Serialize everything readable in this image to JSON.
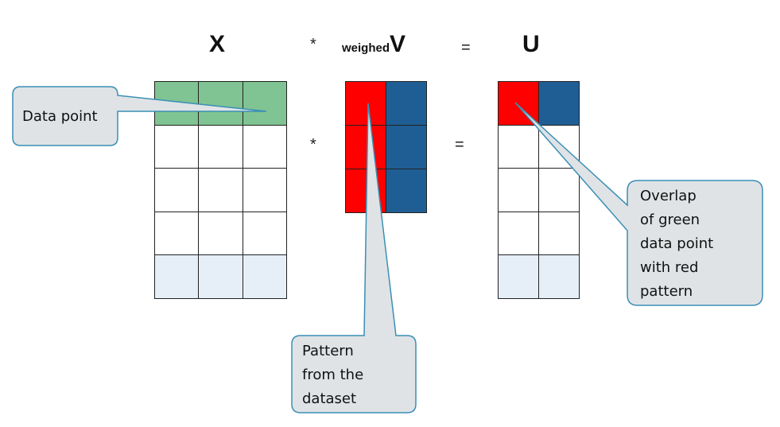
{
  "equation": {
    "x_label": "X",
    "op_multiply": "*",
    "v_prefix": "weighed",
    "v_label": "V",
    "op_equals": "=",
    "u_label": "U"
  },
  "matrices": {
    "x": {
      "rows": 5,
      "cols": 3,
      "row_colors": [
        "#7fc492",
        "#ffffff",
        "#ffffff",
        "#ffffff",
        "#e6eff8"
      ]
    },
    "v": {
      "rows": 3,
      "cols": 2,
      "col_colors": [
        "#ff0000",
        "#1f5e94"
      ]
    },
    "u": {
      "rows": 5,
      "cols": 2,
      "first_row_colors": [
        "#ff0000",
        "#1f5e94"
      ],
      "last_row_color": "#e6eff8"
    }
  },
  "callouts": {
    "data_point": "Data point",
    "pattern": "Pattern\nfrom the\ndataset",
    "overlap": "Overlap\nof green\ndata point\nwith red\npattern"
  },
  "colors": {
    "callout_fill": "#dfe3e6",
    "callout_stroke": "#3a8fb5"
  }
}
